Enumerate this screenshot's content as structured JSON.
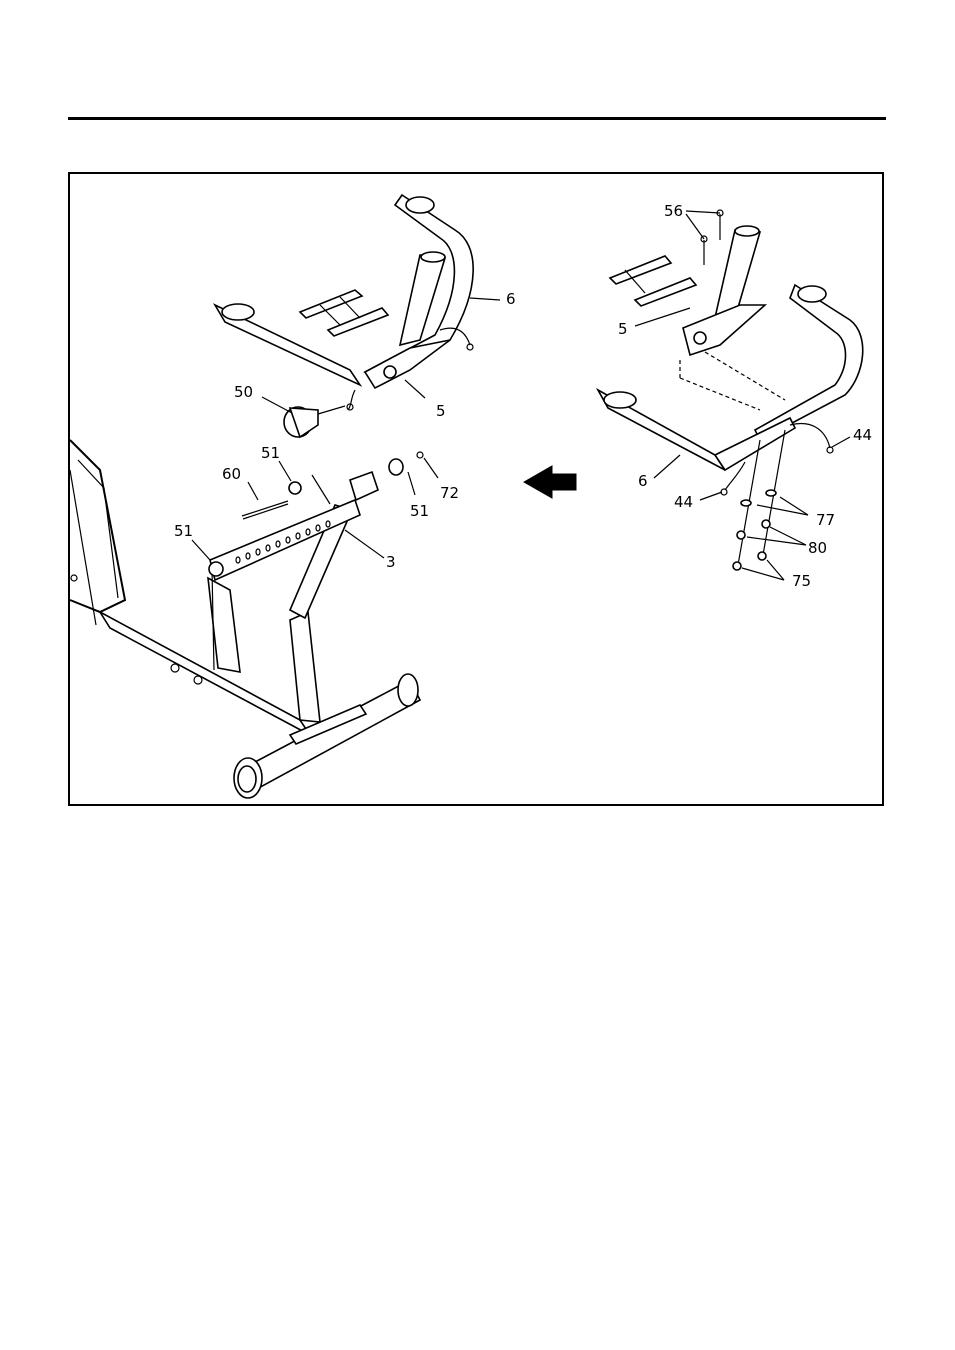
{
  "figure": {
    "arrow_direction": "left",
    "callouts": {
      "left": [
        {
          "id": "c-6",
          "text": "6"
        },
        {
          "id": "c-5",
          "text": "5"
        },
        {
          "id": "c-50",
          "text": "50"
        },
        {
          "id": "c-51a",
          "text": "51"
        },
        {
          "id": "c-60",
          "text": "60"
        },
        {
          "id": "c-51b",
          "text": "51"
        },
        {
          "id": "c-51c",
          "text": "51"
        },
        {
          "id": "c-72",
          "text": "72"
        },
        {
          "id": "c-3",
          "text": "3"
        }
      ],
      "right": [
        {
          "id": "c-56",
          "text": "56"
        },
        {
          "id": "c-5r",
          "text": "5"
        },
        {
          "id": "c-44a",
          "text": "44"
        },
        {
          "id": "c-6r",
          "text": "6"
        },
        {
          "id": "c-44b",
          "text": "44"
        },
        {
          "id": "c-77",
          "text": "77"
        },
        {
          "id": "c-80",
          "text": "80"
        },
        {
          "id": "c-75",
          "text": "75"
        }
      ]
    }
  }
}
